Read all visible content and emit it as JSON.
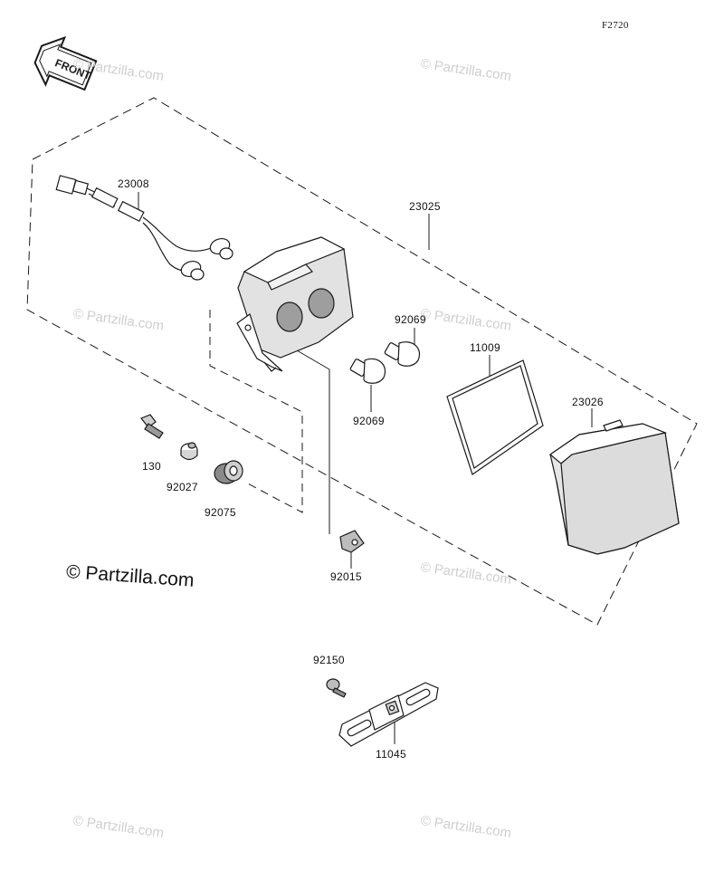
{
  "figure_code": "F2720",
  "front_label": "FRONT",
  "copyright_mark": "© Partzilla.com",
  "parts": [
    {
      "id": "harness",
      "number": "23008"
    },
    {
      "id": "lamp-housing",
      "number": "23025"
    },
    {
      "id": "bulb-upper",
      "number": "92069"
    },
    {
      "id": "bulb-lower",
      "number": "92069"
    },
    {
      "id": "gasket",
      "number": "11009"
    },
    {
      "id": "lens",
      "number": "23026"
    },
    {
      "id": "bolt",
      "number": "130"
    },
    {
      "id": "collar",
      "number": "92027"
    },
    {
      "id": "grommet",
      "number": "92075"
    },
    {
      "id": "nut",
      "number": "92015"
    },
    {
      "id": "screw",
      "number": "92150"
    },
    {
      "id": "bracket",
      "number": "11045"
    }
  ],
  "colors": {
    "line": "#1a1a1a",
    "watermark": "#cfcfcf",
    "shade": "#d9d9d9"
  }
}
